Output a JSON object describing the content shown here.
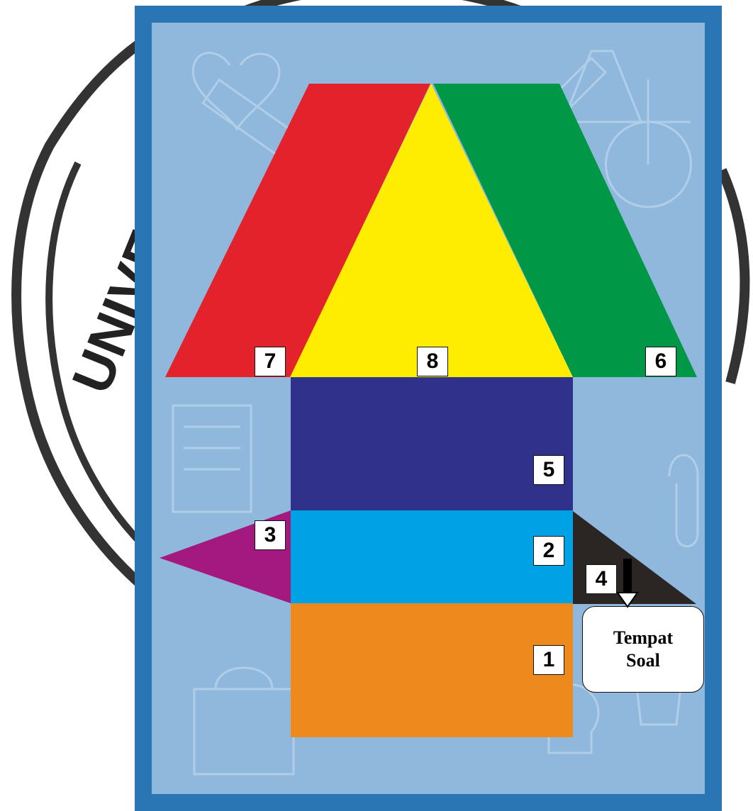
{
  "watermark": {
    "letters": "UNIVE"
  },
  "colors": {
    "frame": "#2a75b3",
    "board": "#8fb8dc",
    "red": "#e3222b",
    "yellow": "#ffed00",
    "green": "#009846",
    "navy": "#30318a",
    "cyan": "#00a2e6",
    "orange": "#ee8a1d",
    "purple": "#a3197f",
    "black": "#2b2524"
  },
  "pieces": [
    {
      "number": "1",
      "shape": "rectangle",
      "color": "orange"
    },
    {
      "number": "2",
      "shape": "rectangle",
      "color": "cyan"
    },
    {
      "number": "3",
      "shape": "triangle",
      "color": "purple"
    },
    {
      "number": "4",
      "shape": "triangle",
      "color": "black"
    },
    {
      "number": "5",
      "shape": "rectangle",
      "color": "navy"
    },
    {
      "number": "6",
      "shape": "parallelogram",
      "color": "green"
    },
    {
      "number": "7",
      "shape": "parallelogram",
      "color": "red"
    },
    {
      "number": "8",
      "shape": "triangle",
      "color": "yellow"
    }
  ],
  "question_box": {
    "line1": "Tempat",
    "line2": "Soal"
  }
}
